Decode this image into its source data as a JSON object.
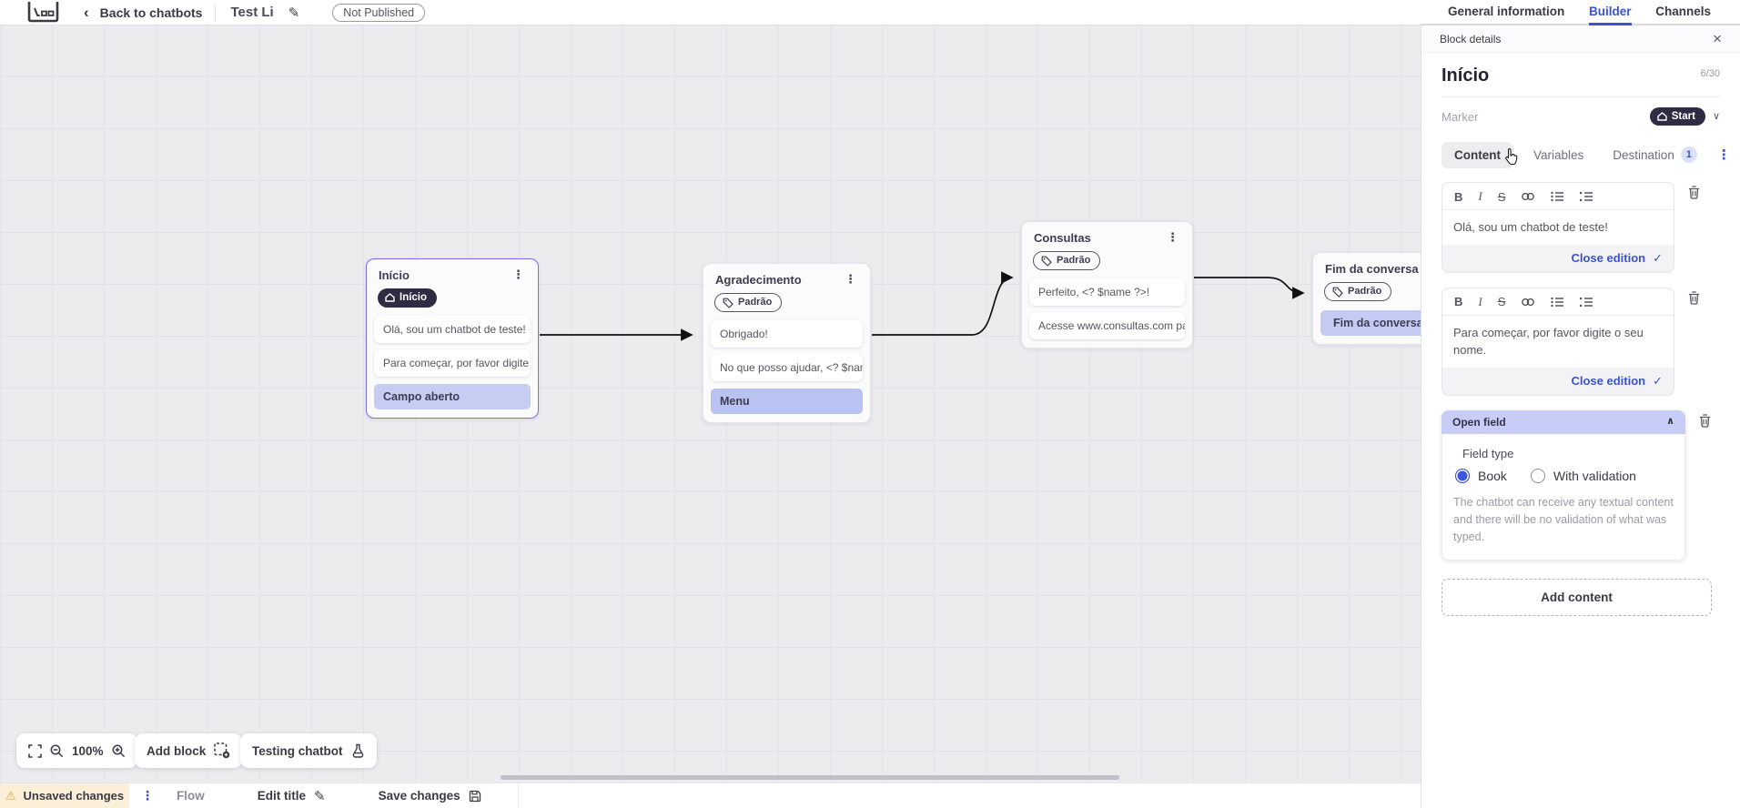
{
  "icons": {
    "back": "‹",
    "pencil": "✎",
    "close": "×",
    "kebab": "⋮",
    "check": "✓",
    "chevron_down": "∨",
    "chevron_up": "∧",
    "warning": "⚠"
  },
  "header": {
    "back_label": "Back to chatbots",
    "title": "Test Li",
    "status_badge": "Not Published",
    "tabs": [
      {
        "label": "General information"
      },
      {
        "label": "Builder"
      },
      {
        "label": "Channels"
      }
    ]
  },
  "panel": {
    "header": "Block details",
    "block_title": "Início",
    "char_counter": "6/30",
    "marker_label": "Marker",
    "marker_value": "Start",
    "tabs": [
      {
        "label": "Content"
      },
      {
        "label": "Variables"
      },
      {
        "label": "Destination",
        "badge": "1"
      }
    ],
    "toolbar": {
      "bold": "B",
      "italic": "I",
      "strike": "S"
    },
    "editors": [
      {
        "text": "Olá, sou um chatbot de teste!",
        "action": "Close edition"
      },
      {
        "text": "Para começar, por favor digite o seu nome.",
        "action": "Close edition"
      }
    ],
    "open_field": {
      "title": "Open field",
      "field_type_label": "Field type",
      "options": [
        {
          "label": "Book",
          "selected": true
        },
        {
          "label": "With validation",
          "selected": false
        }
      ],
      "help_text": "The chatbot can receive any textual content and there will be no validation of what was typed."
    },
    "add_content_label": "Add content"
  },
  "canvas": {
    "nodes": [
      {
        "title": "Início",
        "badge": "Início",
        "items": [
          {
            "text": "Olá, sou um chatbot de teste!"
          },
          {
            "text": "Para começar, por favor digite o ..."
          },
          {
            "text": "Campo aberto"
          }
        ]
      },
      {
        "title": "Agradecimento",
        "badge": "Padrão",
        "items": [
          {
            "text": "Obrigado!"
          },
          {
            "text": "No que posso ajudar, <? $name ..."
          },
          {
            "text": "Menu"
          }
        ]
      },
      {
        "title": "Consultas",
        "badge": "Padrão",
        "items": [
          {
            "text": "Perfeito, <? $name ?>!"
          },
          {
            "text": "Acesse www.consultas.com par..."
          }
        ]
      },
      {
        "title": "Fim da conversa",
        "badge": "Padrão",
        "items": [
          {
            "text": "Fim da conversa"
          }
        ]
      }
    ],
    "zoom_level": "100%",
    "add_block_label": "Add block",
    "testing_label": "Testing chatbot"
  },
  "footer": {
    "unsaved_label": "Unsaved changes",
    "flow_label": "Flow",
    "edit_title_label": "Edit title",
    "save_label": "Save changes"
  },
  "colors": {
    "accent_blue": "#3b52d2",
    "dark_pill": "#2f2b43",
    "lavender_chip": "#c5cdf4",
    "selected_node_border": "#7b6cf0",
    "warning_bg": "#fcefd8",
    "warning_icon": "#e8a33d"
  }
}
